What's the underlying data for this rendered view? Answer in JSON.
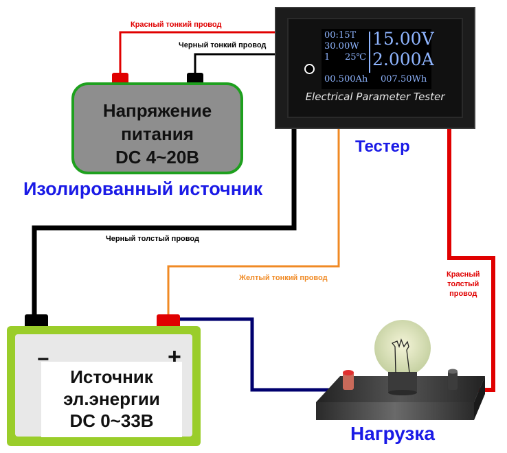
{
  "tester": {
    "lcd": {
      "time": "00:15T",
      "power": "30.00W",
      "channel": "1",
      "temperature": "25℃",
      "voltage": "15.00V",
      "current": "2.000A",
      "capacity": "00.500Ah",
      "energy": "007.50Wh"
    },
    "brand_text": "Electrical Parameter Tester",
    "caption": "Тестер"
  },
  "isolated_source": {
    "lines": [
      "Напряжение",
      "питания",
      "DC 4~20В"
    ],
    "caption": "Изолированный источник"
  },
  "power_source": {
    "lines": [
      "Источник",
      "эл.энергии",
      "DC 0~33В"
    ],
    "minus": "−",
    "plus": "+"
  },
  "load": {
    "caption": "Нагрузка"
  },
  "wires": {
    "red_thin": "Красный тонкий провод",
    "black_thin": "Черный тонкий провод",
    "black_thick": "Черный толстый провод",
    "yellow_thin": "Желтый тонкий провод",
    "red_thick": [
      "Красный",
      "толстый",
      "провод"
    ]
  },
  "colors": {
    "red_wire": "#e00000",
    "black_wire": "#000000",
    "yellow_wire": "#f08a24",
    "navy_wire": "#00006e",
    "caption_blue": "#1a1ae6",
    "lcd_text": "#8fb5ff",
    "battery_green": "#9acd2a",
    "iso_border": "#1ea01e"
  }
}
